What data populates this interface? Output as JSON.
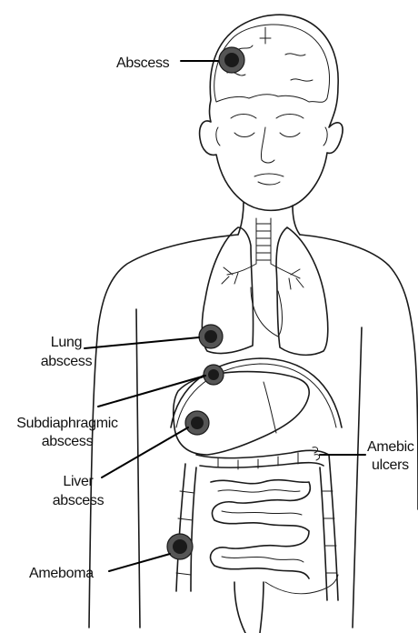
{
  "labels": {
    "brain_abscess": "Abscess",
    "lung_abscess_line1": "Lung",
    "lung_abscess_line2": "abscess",
    "subdiaphragmic_line1": "Subdiaphragmic",
    "subdiaphragmic_line2": "abscess",
    "liver_abscess_line1": "Liver",
    "liver_abscess_line2": "abscess",
    "ameboma": "Ameboma",
    "amebic_ulcers_line1": "Amebic",
    "amebic_ulcers_line2": "ulcers"
  },
  "colors": {
    "ink": "#1a1a1a",
    "lesion_dark": "#2a2a2a",
    "background": "#ffffff"
  }
}
